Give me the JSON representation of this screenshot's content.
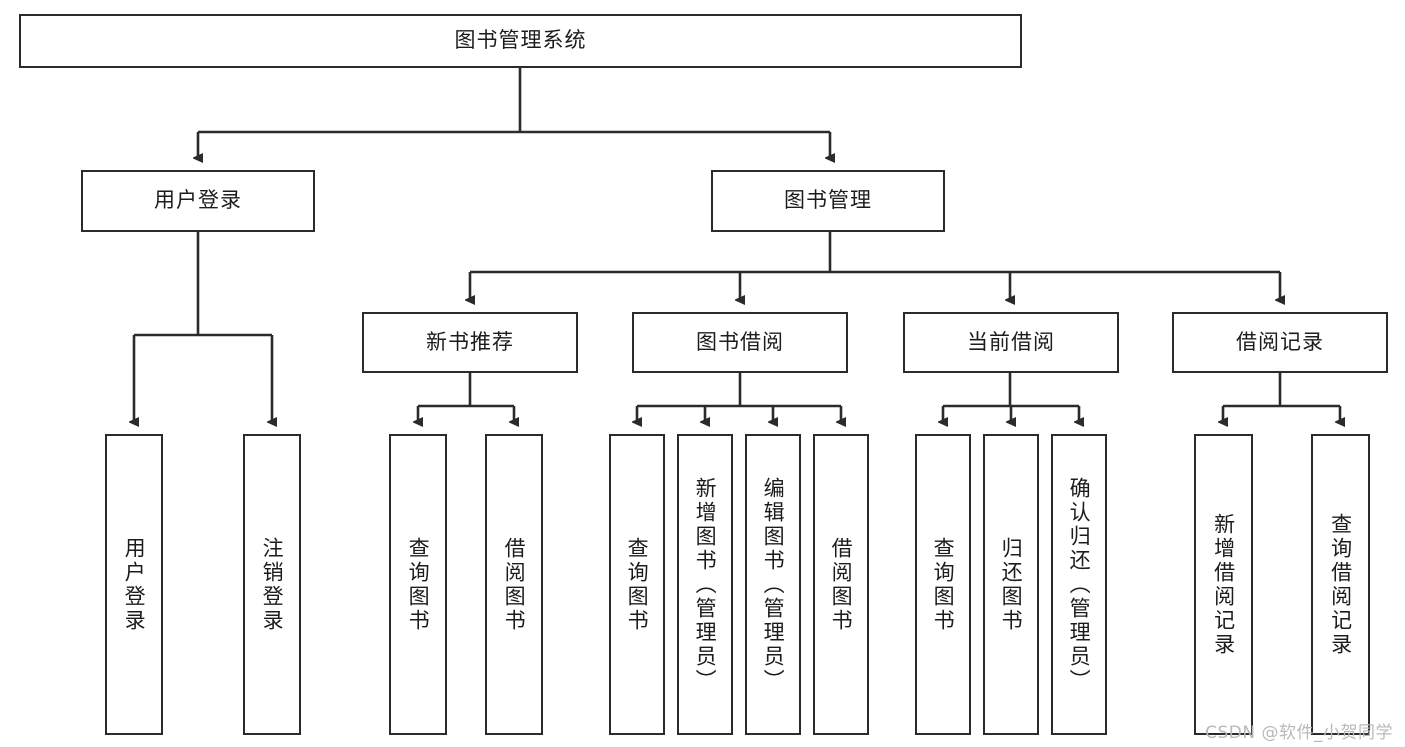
{
  "diagram": {
    "title": "图书管理系统",
    "type": "tree-hierarchy",
    "root": {
      "label": "图书管理系统"
    },
    "level2": [
      {
        "label": "用户登录"
      },
      {
        "label": "图书管理"
      }
    ],
    "level3": [
      {
        "label": "新书推荐"
      },
      {
        "label": "图书借阅"
      },
      {
        "label": "当前借阅"
      },
      {
        "label": "借阅记录"
      }
    ],
    "leaves": {
      "user_login": [
        {
          "label": "用户登录"
        },
        {
          "label": "注销登录"
        }
      ],
      "new_book_recommend": [
        {
          "label": "查询图书"
        },
        {
          "label": "借阅图书"
        }
      ],
      "book_borrow": [
        {
          "label": "查询图书"
        },
        {
          "label": "新增图书（管理员）"
        },
        {
          "label": "编辑图书（管理员）"
        },
        {
          "label": "借阅图书"
        }
      ],
      "current_borrow": [
        {
          "label": "查询图书"
        },
        {
          "label": "归还图书"
        },
        {
          "label": "确认归还（管理员）"
        }
      ],
      "borrow_record": [
        {
          "label": "新增借阅记录"
        },
        {
          "label": "查询借阅记录"
        }
      ]
    }
  },
  "watermark": {
    "text": "CSDN @软件_小贺同学"
  },
  "colors": {
    "border": "#2b2b2b",
    "text": "#1c1c1c",
    "background": "#ffffff",
    "connector": "#2b2b2b",
    "watermark": "#b9b9b9"
  }
}
